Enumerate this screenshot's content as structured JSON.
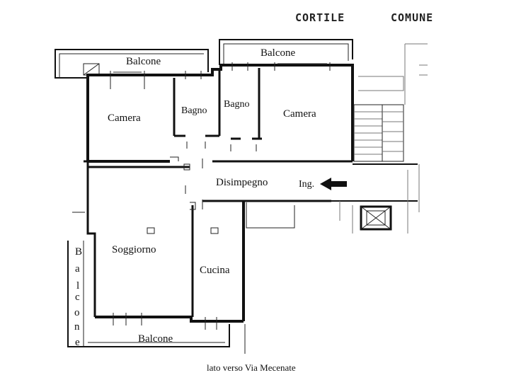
{
  "header": {
    "cortile": "CORTILE",
    "comune": "COMUNE"
  },
  "rooms": {
    "balcone_top_left": "Balcone",
    "balcone_top_right": "Balcone",
    "camera_left": "Camera",
    "bagno_1": "Bagno",
    "bagno_2": "Bagno",
    "camera_right": "Camera",
    "disimpegno": "Disimpegno",
    "ingresso": "Ing.",
    "soggiorno": "Soggiorno",
    "cucina": "Cucina",
    "balcone_bottom": "Balcone",
    "balcone_side_letters": [
      "B",
      "a",
      "l",
      "c",
      "o",
      "n",
      "e"
    ]
  },
  "footer": {
    "caption": "lato verso Via Mecenate"
  }
}
